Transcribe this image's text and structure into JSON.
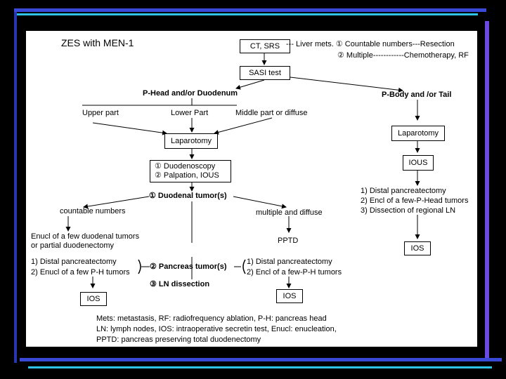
{
  "title": "ZES with MEN-1",
  "top_box": "CT, SRS",
  "liver": {
    "line1": "--- Liver mets. ① Countable numbers---Resection",
    "line2": "② Multiple------------Chemotherapy, RF"
  },
  "sasi_box": "SASI test",
  "phead": "P-Head and/or Duodenum",
  "pbody": "P-Body and /or Tail",
  "parts": {
    "upper": "Upper part",
    "lower": "Lower Part",
    "middle": "Middle part or diffuse"
  },
  "laparotomy_left": "Laparotomy",
  "laparotomy_right": "Laparotomy",
  "duodenoscopy": {
    "line1": "① Duodenoscopy",
    "line2": "② Palpation, IOUS"
  },
  "duodenal_tumors": "① Duodenal tumor(s)",
  "countable": "countable numbers",
  "multiple_diffuse": "multiple and diffuse",
  "enucl": {
    "line1": "Enucl of a few duodenal tumors",
    "line2": "or partial duodenectomy"
  },
  "pptd": "PPTD",
  "left_proc": {
    "line1": "1) Distal pancreatectomy",
    "line2": "2) Enucl of a few P-H tumors"
  },
  "pancreas_tumors": "② Pancreas tumor(s)",
  "ln_dissection": "③ LN dissection",
  "right_proc": {
    "line1": "1) Distal pancreatectomy",
    "line2": "2) Encl of a few-P-H tumors"
  },
  "ios_left": "IOS",
  "ios_mid": "IOS",
  "ious_right": "IOUS",
  "right_list": {
    "line1": "1) Distal pancreatectomy",
    "line2": "2) Encl of a few-P-Head tumors",
    "line3": "3) Dissection of regional LN"
  },
  "ios_right": "IOS",
  "legend": {
    "line1": "Mets: metastasis, RF: radiofrequency ablation, P-H: pancreas head",
    "line2": "LN: lymph nodes, IOS: intraoperative secretin test, Enucl: enucleation,",
    "line3": "PPTD: pancreas preserving total duodenectomy"
  },
  "colors": {
    "background": "#000000",
    "slide": "#ffffff",
    "accent_blue": "#3a4ad8",
    "accent_cyan": "#2ec4e8"
  }
}
